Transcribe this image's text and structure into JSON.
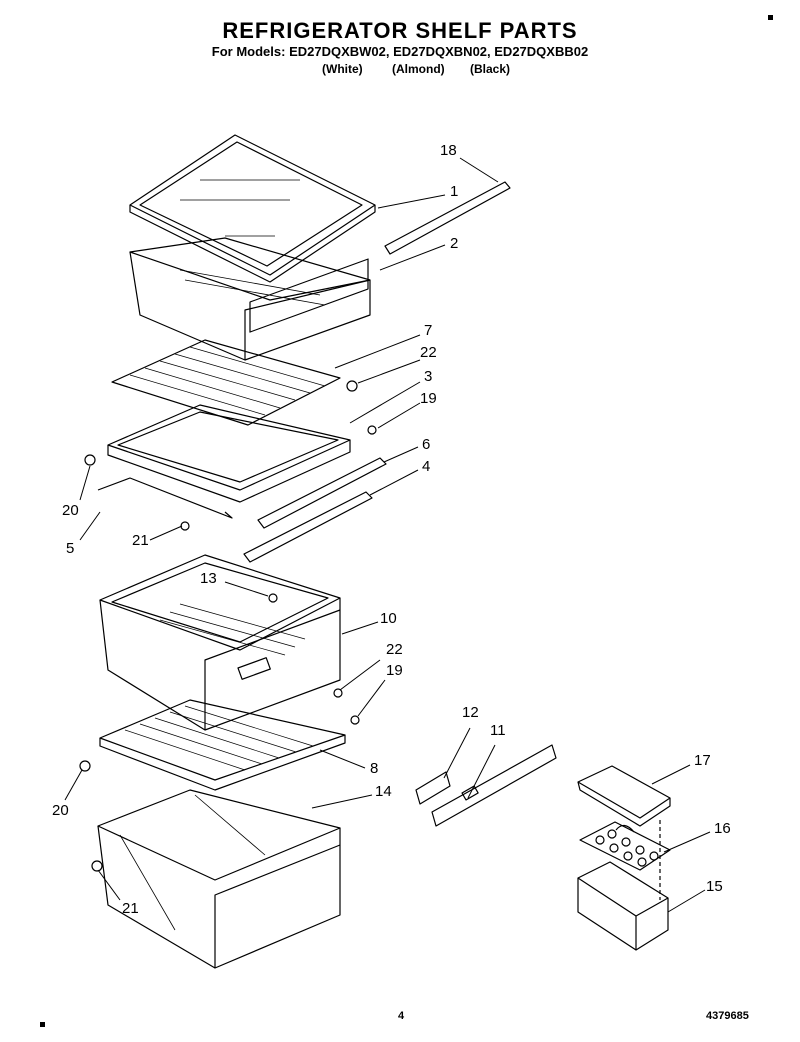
{
  "header": {
    "title": "REFRIGERATOR SHELF PARTS",
    "models": "For Models: ED27DQXBW02, ED27DQXBN02, ED27DQXBB02",
    "finishes": [
      "(White)",
      "(Almond)",
      "(Black)"
    ]
  },
  "callouts": [
    "18",
    "1",
    "2",
    "7",
    "22",
    "3",
    "19",
    "6",
    "4",
    "20",
    "5",
    "21",
    "13",
    "10",
    "22",
    "19",
    "8",
    "20",
    "14",
    "21",
    "12",
    "11",
    "17",
    "16",
    "15"
  ],
  "footer": {
    "page_number": "4",
    "doc_number": "4379685"
  }
}
